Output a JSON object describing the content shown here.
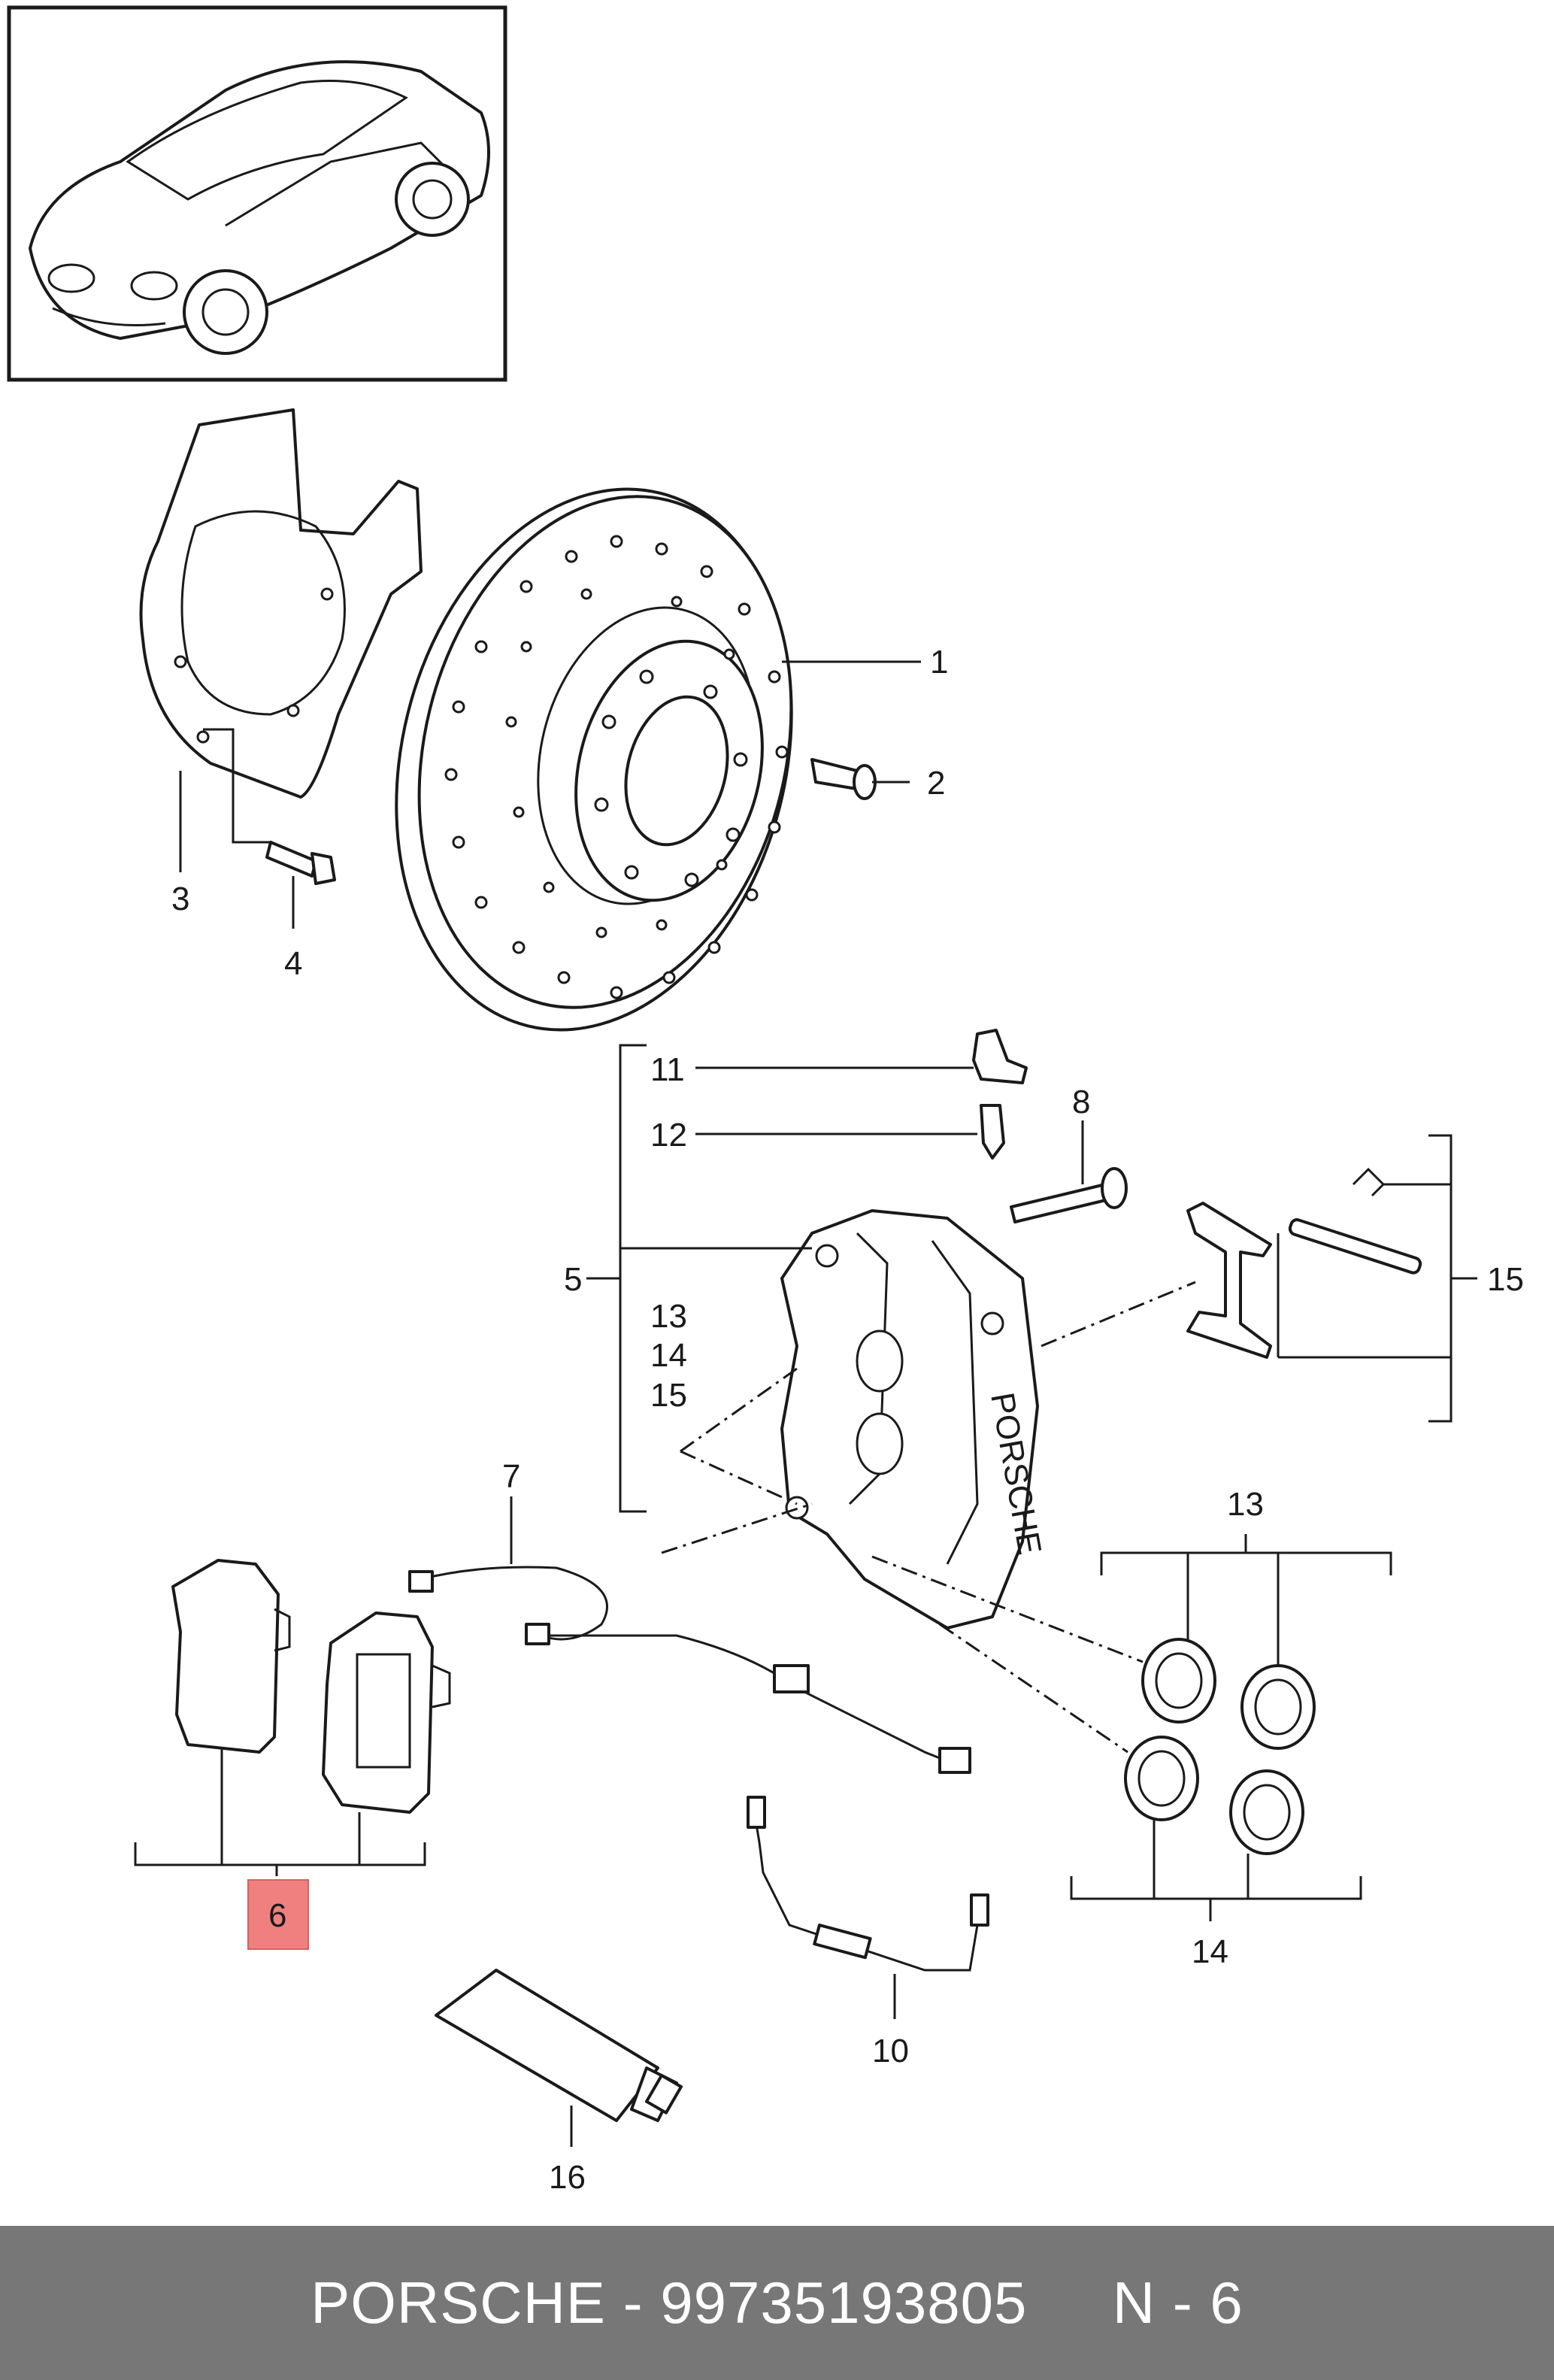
{
  "callouts": {
    "p1": "1",
    "p2": "2",
    "p3": "3",
    "p4": "4",
    "p5": "5",
    "p6": "6",
    "p7": "7",
    "p8": "8",
    "p10": "10",
    "p11": "11",
    "p12": "12",
    "p13a": "13",
    "p14a": "14",
    "p15a": "15",
    "p13b": "13",
    "p14b": "14",
    "p15b": "15",
    "p16": "16"
  },
  "caliper_brand": "PORSCHE",
  "highlight_color": "#f08080",
  "footer": {
    "text": "PORSCHE - 99735193805     N - 6"
  }
}
